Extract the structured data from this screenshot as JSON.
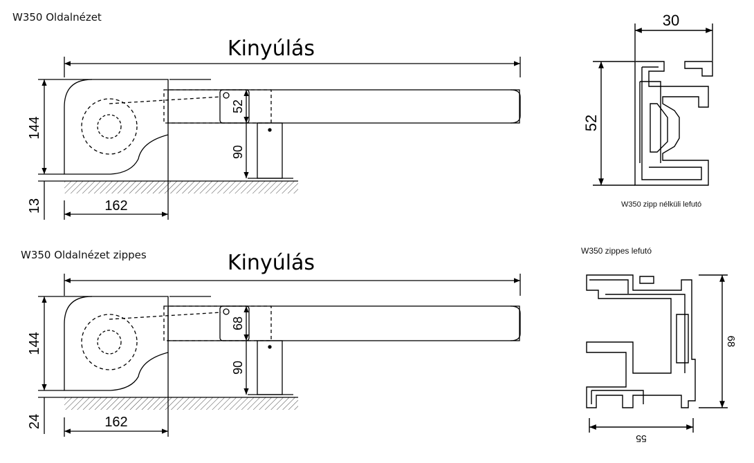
{
  "top_view": {
    "title": "W350 Oldalnézet",
    "extension_label": "Kinyúlás",
    "dim_height": "144",
    "dim_bottom": "13",
    "dim_width": "162",
    "dim_arm": "52",
    "dim_post": "90"
  },
  "bottom_view": {
    "title": "W350 Oldalnézet zippes",
    "extension_label": "Kinyúlás",
    "dim_height": "144",
    "dim_bottom": "24",
    "dim_width": "162",
    "dim_arm": "68",
    "dim_post": "90"
  },
  "profile_no_zip": {
    "caption": "W350 zipp nélküli lefutó",
    "dim_width": "30",
    "dim_height": "52"
  },
  "profile_zip": {
    "caption": "W350 zippes lefutó",
    "dim_width": "55",
    "dim_height": "68"
  }
}
